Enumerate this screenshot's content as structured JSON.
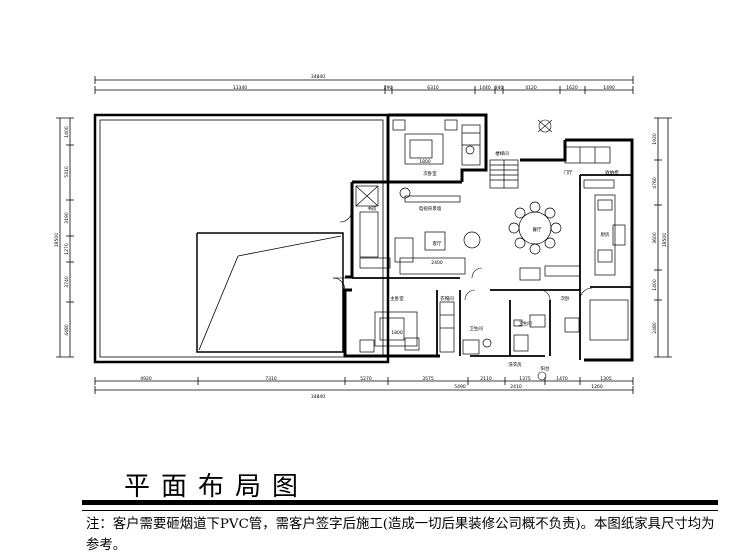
{
  "plan": {
    "overall_dim_top": "34840",
    "overall_dim_bottom": "34840",
    "left_total_dim": "18500",
    "right_total_dim": "18500",
    "top_dims": [
      "13340",
      "290",
      "6310",
      "1440",
      "340",
      "4120",
      "1620",
      "1490"
    ],
    "bottom_dims": [
      "4920",
      "7310",
      "5270",
      "3575",
      "2110",
      "1375",
      "1470",
      "1305"
    ],
    "bottom_dims_2": [
      "5490",
      "2410",
      "1260"
    ],
    "left_dims": [
      "1400",
      "5310",
      "3190",
      "1270",
      "3740",
      "4480"
    ],
    "right_dims": [
      "1920",
      "4760",
      "3600",
      "1400",
      "2480"
    ],
    "room_labels": {
      "master_bedroom": "次卧室",
      "study": "书房",
      "living_room": "客厅",
      "stairs": "楼梯间",
      "dining": "餐厅",
      "kitchen": "厨房",
      "entrance": "门厅",
      "storage": "收纳柜",
      "tv_wall": "电视背景墙",
      "bedroom_2": "主卧室",
      "bathroom": "卫生间",
      "bathroom_2": "卫生间",
      "bedroom_3": "次卧",
      "balcony": "阳台",
      "cloakroom": "衣帽间",
      "laundry": "洗衣房"
    },
    "bed_size_1": "1800",
    "bed_size_2": "1800",
    "sofa_size": "2400"
  },
  "title": "平面布局图",
  "note": "注：客户需要砸烟道下PVC管，需客户签字后施工(造成一切后果装修公司概不负责)。本图纸家具尺寸均为参考。"
}
